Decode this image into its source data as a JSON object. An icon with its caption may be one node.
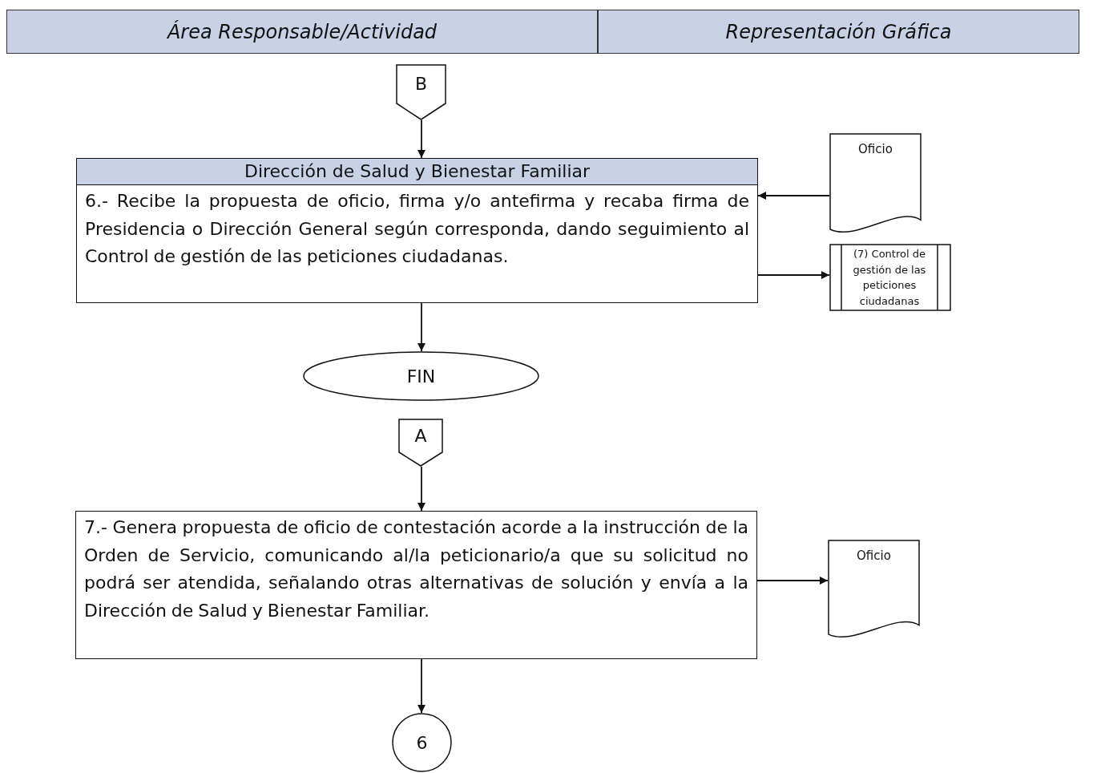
{
  "diagram": {
    "nodes": [
      {
        "text": [
          "Área Responsable/Actividad"
        ]
      },
      {
        "text": [
          "Representación Gráfica"
        ]
      },
      {
        "text": [
          "B"
        ]
      },
      {
        "text": [
          "Dirección de Salud y Bienestar Familiar",
          "6.- Recibe la propuesta de oficio, firma y/o antefirma y recaba firma de Presidencia o Dirección General según corresponda, dando seguimiento al Control de gestión de las peticiones ciudadanas."
        ]
      },
      {
        "text": [
          "Oficio"
        ]
      },
      {
        "text": [
          "(7) Control de gestión de las peticiones ciudadanas"
        ]
      },
      {
        "text": [
          "FIN"
        ]
      },
      {
        "text": [
          "A"
        ]
      },
      {
        "text": [
          "7.- Genera propuesta de oficio de contestación acorde a la instrucción de la Orden de Servicio, comunicando al/la peticionario/a que su solicitud no podrá ser atendida, señalando otras alternativas de solución y envía a la Dirección de Salud y Bienestar Familiar."
        ]
      },
      {
        "text": [
          "Oficio"
        ]
      },
      {
        "text": [
          "6"
        ]
      }
    ],
    "edges": [
      {
        "from": 2,
        "to": 3,
        "arrow": "to"
      },
      {
        "from": 4,
        "to": 3,
        "arrow": "to"
      },
      {
        "from": 3,
        "to": 5,
        "arrow": "to"
      },
      {
        "from": 3,
        "to": 6,
        "arrow": "to"
      },
      {
        "from": 7,
        "to": 8,
        "arrow": "to"
      },
      {
        "from": 8,
        "to": 9,
        "arrow": "to"
      },
      {
        "from": 8,
        "to": 10,
        "arrow": "to"
      }
    ]
  }
}
